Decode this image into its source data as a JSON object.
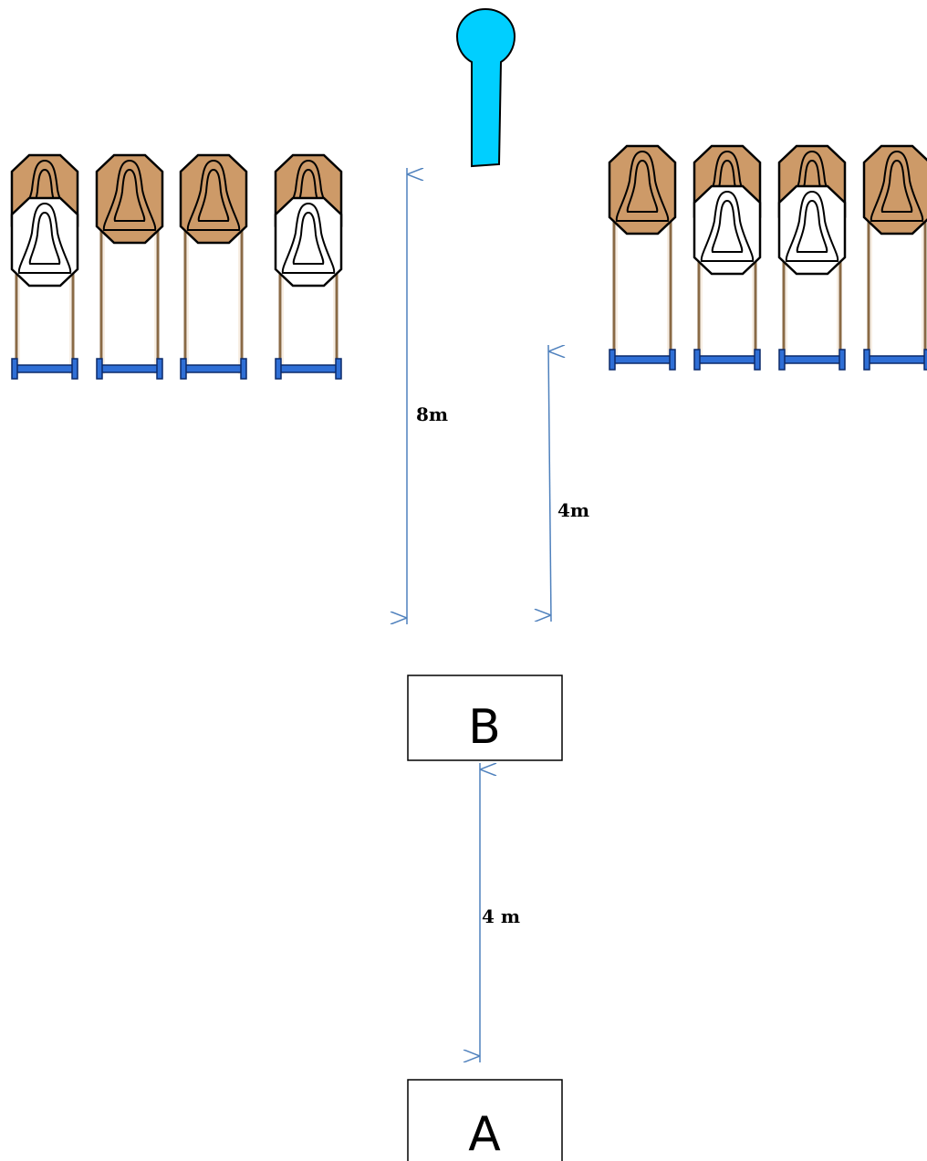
{
  "colors": {
    "brown_target": "#cd9a68",
    "white_target": "#ffffff",
    "stand_blue": "#2f6fd6",
    "arrow_blue": "#4f81bd",
    "popper": "#00cfff"
  },
  "icons": {
    "popper": "popper-target-icon",
    "brown_target": "brown-octagon-target-icon",
    "white_target": "white-octagon-target-icon",
    "stand": "target-stand-icon"
  },
  "distances": {
    "d1": "8m",
    "d2": "4m",
    "d3": "4 m"
  },
  "positions": {
    "b": "B",
    "a": "A"
  },
  "target_groups": {
    "left": [
      {
        "white_overlay": true
      },
      {
        "white_overlay": false
      },
      {
        "white_overlay": false
      },
      {
        "white_overlay": true
      }
    ],
    "right": [
      {
        "white_overlay": false
      },
      {
        "white_overlay": true
      },
      {
        "white_overlay": true
      },
      {
        "white_overlay": false
      }
    ]
  }
}
